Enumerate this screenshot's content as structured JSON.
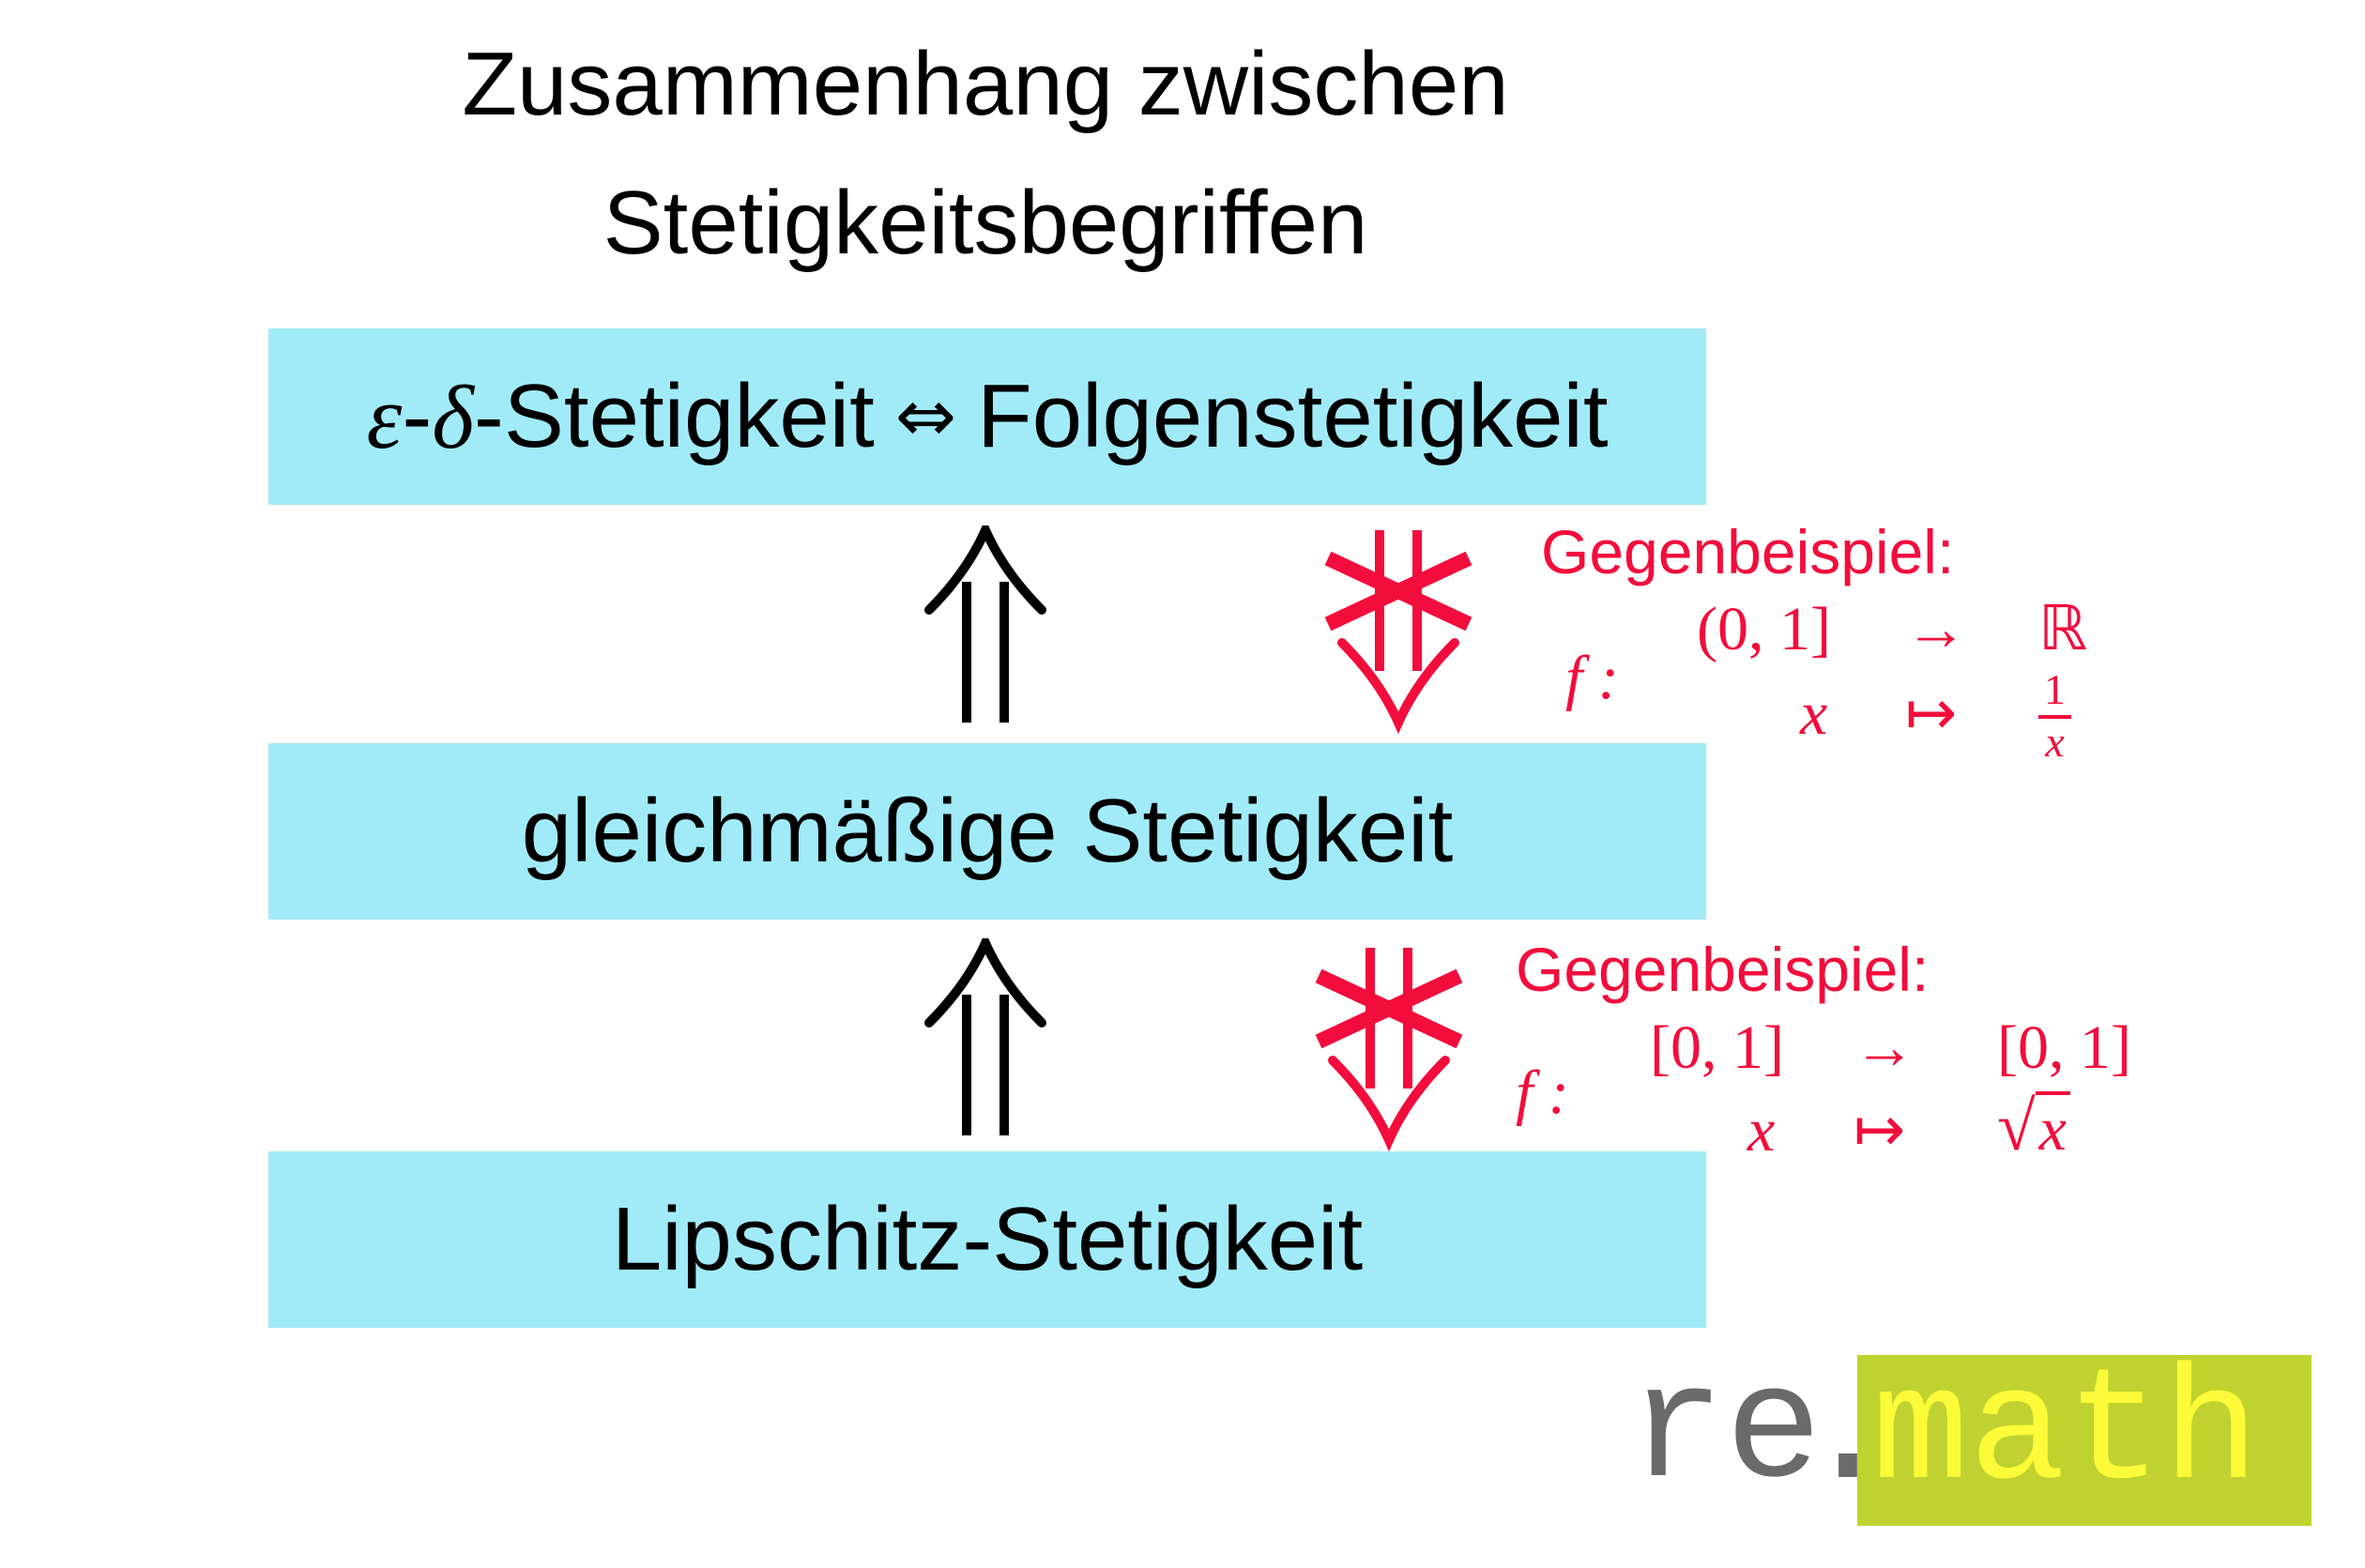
{
  "title": {
    "line1": "Zusammenhang zwischen",
    "line2": "Stetigkeitsbegriffen"
  },
  "boxes": {
    "top": {
      "epsilon": "ε",
      "dash1": "-",
      "delta": "δ",
      "text_left": "-Stetigkeit",
      "equiv": "⇔",
      "text_right": "Folgenstetigkeit"
    },
    "middle": "gleichmäßige Stetigkeit",
    "bottom": "Lipschitz-Stetigkeit"
  },
  "implications": {
    "upper_symbol": "⇑",
    "lower_symbol": "⇑",
    "negated_symbol": "⇓ (durchgestrichen)"
  },
  "counterexamples": [
    {
      "heading": "Gegenbeispiel:",
      "f": "f :",
      "domain": "(0, 1]",
      "arrow": "→",
      "codomain": "ℝ",
      "var": "x",
      "mapsto": "↦",
      "image_num": "1",
      "image_den": "x"
    },
    {
      "heading": "Gegenbeispiel:",
      "f": "f :",
      "domain": "[0, 1]",
      "arrow": "→",
      "codomain": "[0, 1]",
      "var": "x",
      "mapsto": "↦",
      "image_root": "√",
      "image_radicand": "x"
    }
  ],
  "logo": {
    "prefix": "re",
    "dot": ".",
    "suffix": "math"
  },
  "colors": {
    "box_fill": "#a1ebf9",
    "counterexample_red": "#f20d3c",
    "logo_green": "#c0d22f",
    "logo_yellow": "#fbfb3a",
    "logo_gray": "#6a6a6a"
  }
}
